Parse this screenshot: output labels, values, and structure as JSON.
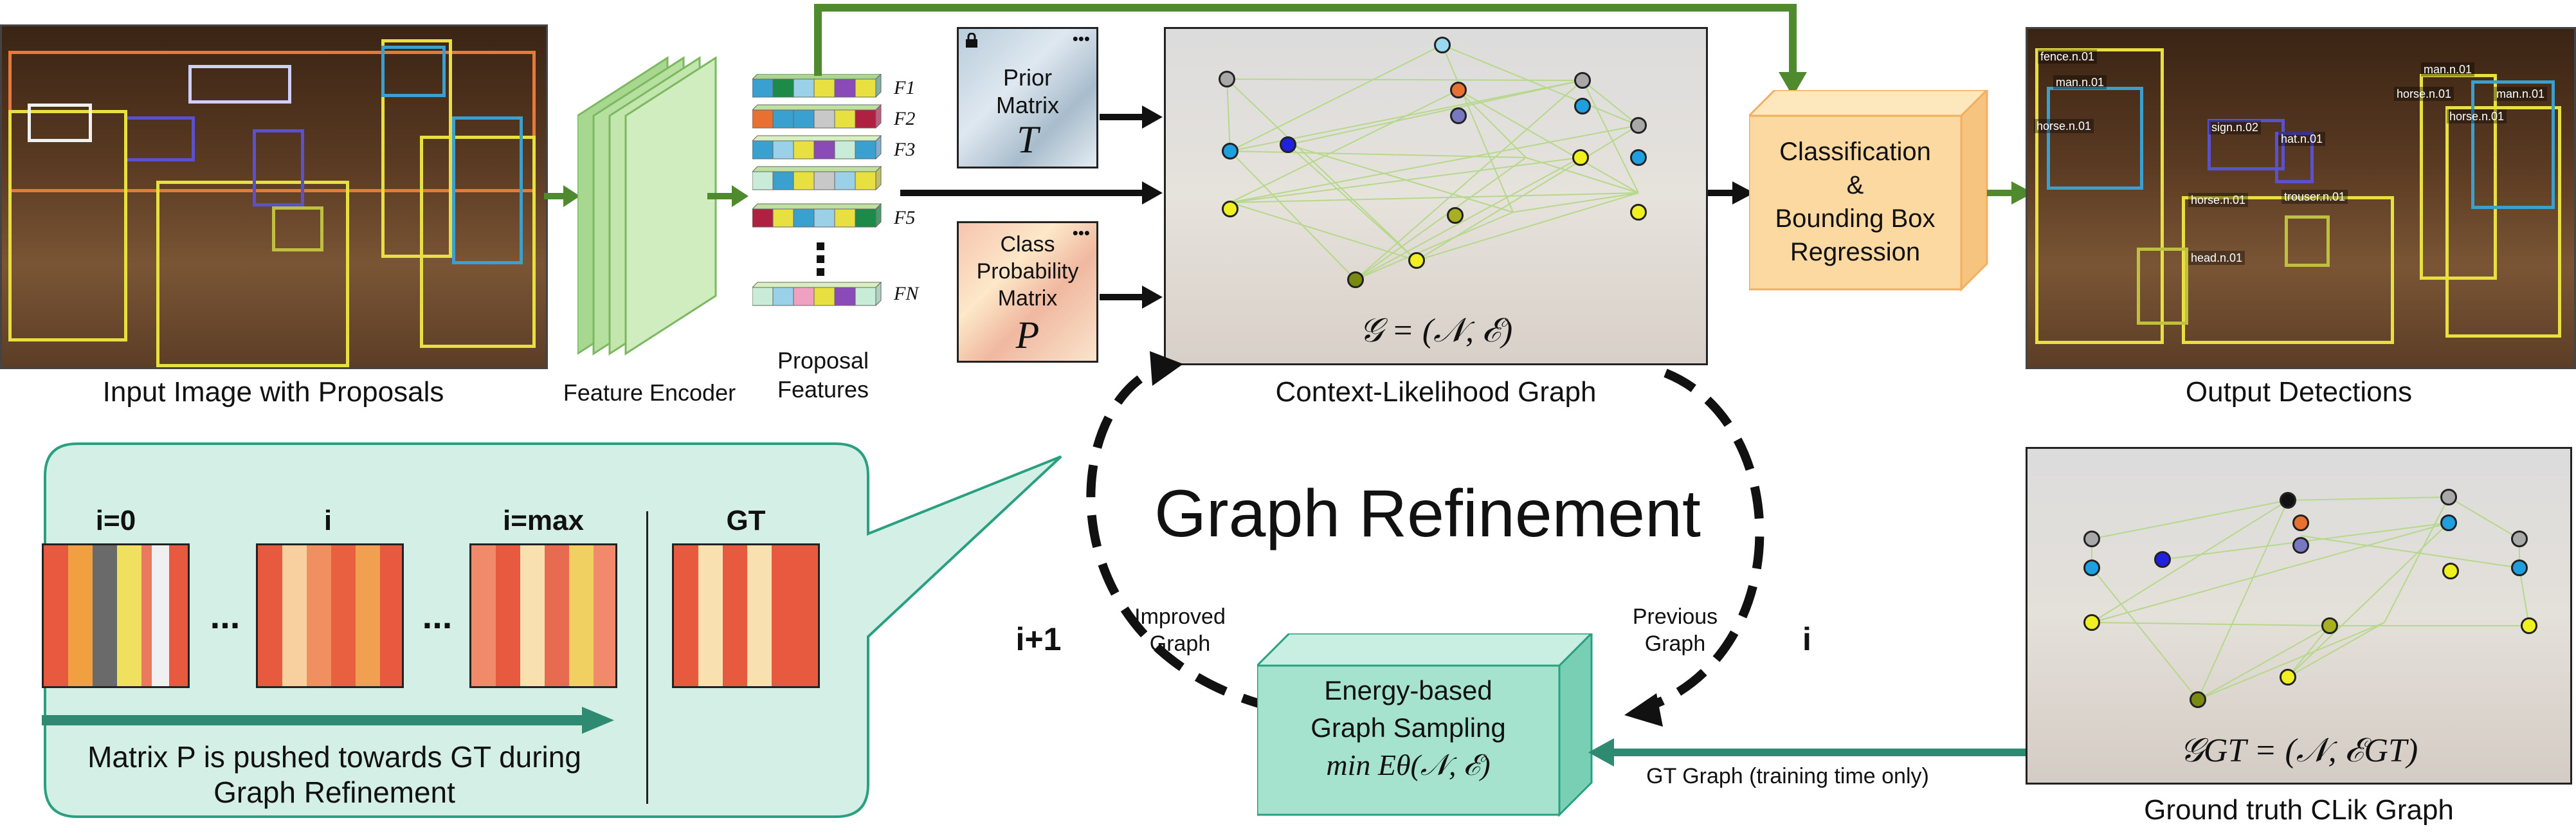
{
  "labels": {
    "input_image": "Input Image with Proposals",
    "feature_encoder": "Feature Encoder",
    "proposal_features_1": "Proposal",
    "proposal_features_2": "Features",
    "context_graph": "Context-Likelihood Graph",
    "output_detections": "Output Detections",
    "ground_truth_graph": "Ground truth CLik Graph",
    "graph_refinement": "Graph Refinement",
    "improved_graph_1": "Improved",
    "improved_graph_2": "Graph",
    "previous_graph_1": "Previous",
    "previous_graph_2": "Graph",
    "i_plus_1": "i+1",
    "i": "i",
    "gt_graph_note": "GT Graph (training time only)"
  },
  "feature_rows": [
    "F1",
    "F2",
    "F3",
    "F5",
    "FN"
  ],
  "prior_matrix": {
    "line1": "Prior",
    "line2": "Matrix",
    "symbol": "T"
  },
  "class_prob_matrix": {
    "line1": "Class",
    "line2": "Probability",
    "line3": "Matrix",
    "symbol": "P"
  },
  "graph_formula": "𝒢 = (𝒩, ℰ)",
  "gt_formula": "𝒢GT = (𝒩, ℰGT)",
  "classification_box": {
    "line1": "Classification",
    "line2": "&",
    "line3": "Bounding Box",
    "line4": "Regression"
  },
  "energy_box": {
    "line1": "Energy-based",
    "line2": "Graph Sampling",
    "line3": "min Eθ(𝒩, ℰ)"
  },
  "callout": {
    "headers": [
      "i=0",
      "i",
      "i=max",
      "GT"
    ],
    "ellipsis": "...",
    "caption_line1": "Matrix P  is pushed towards GT during",
    "caption_line2": "Graph Refinement"
  },
  "output_tags": [
    "fence.n.01",
    "man.n.01",
    "horse.n.01",
    "sign.n.02",
    "hat.n.01",
    "horse.n.01",
    "trouser.n.01",
    "head.n.01",
    "horse.n.01",
    "man.n.01",
    "horse.n.01",
    "man.n.01"
  ],
  "colors": {
    "green_arrow": "#4f8a2e",
    "encoder": "#b9e3a1",
    "classification": "#fcd9a0",
    "energy": "#a6e3cf",
    "callout": "#d4f0e6"
  }
}
